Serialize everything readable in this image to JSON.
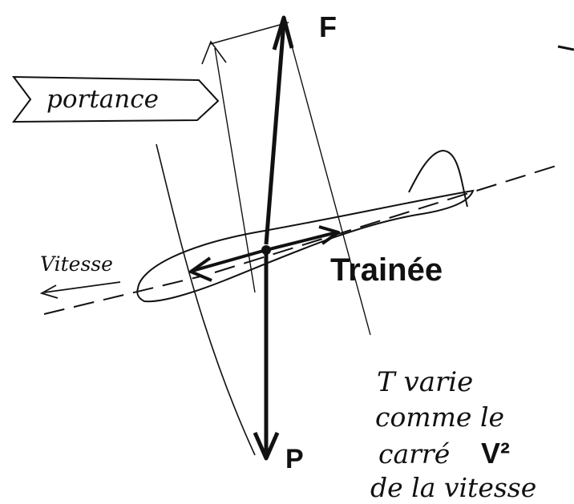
{
  "labels": {
    "force": "F",
    "portance": "portance",
    "vitesse": "Vitesse",
    "trainee": "Trainée",
    "poids": "P"
  },
  "note": {
    "line1": "T varie",
    "line2": "comme le",
    "line3_word": "carré",
    "line3_symbol": "V²",
    "line4": "de la vitesse"
  },
  "colors": {
    "ink": "#111111",
    "paper": "#ffffff"
  }
}
